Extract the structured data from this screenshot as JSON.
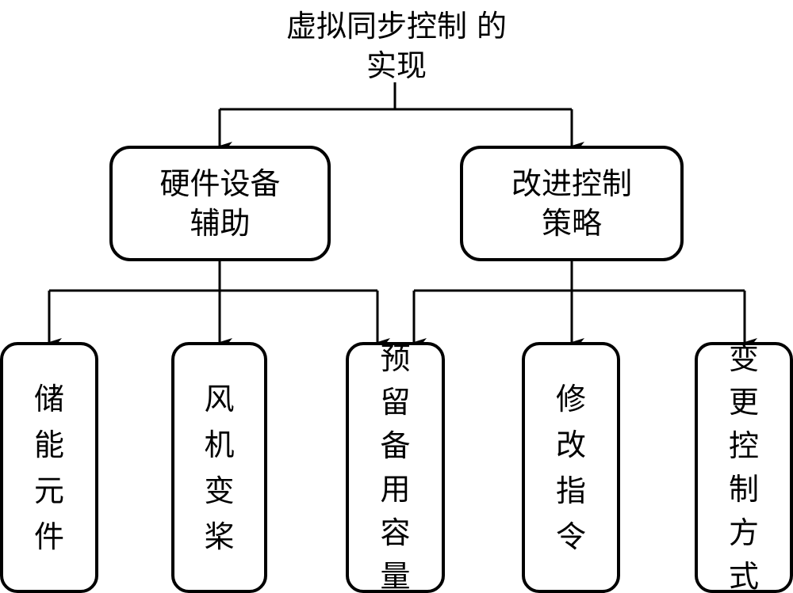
{
  "root": {
    "lines": [
      "虚拟同步控制",
      "的实现"
    ]
  },
  "branches": [
    {
      "lines": [
        "硬件设备",
        "辅助"
      ],
      "children": [
        {
          "text": "储能元件"
        },
        {
          "text": "风机变桨"
        },
        {
          "text": "预留备用容量"
        }
      ]
    },
    {
      "lines": [
        "改进控制",
        "策略"
      ],
      "children": [
        {
          "text": "预留备用容量"
        },
        {
          "text": "修改指令"
        },
        {
          "text": "变更控制方式"
        }
      ]
    }
  ],
  "leaves": [
    {
      "text": "储能元件"
    },
    {
      "text": "风机变桨"
    },
    {
      "text": "预留备用容量"
    },
    {
      "text": "修改指令"
    },
    {
      "text": "变更控制方式"
    }
  ]
}
